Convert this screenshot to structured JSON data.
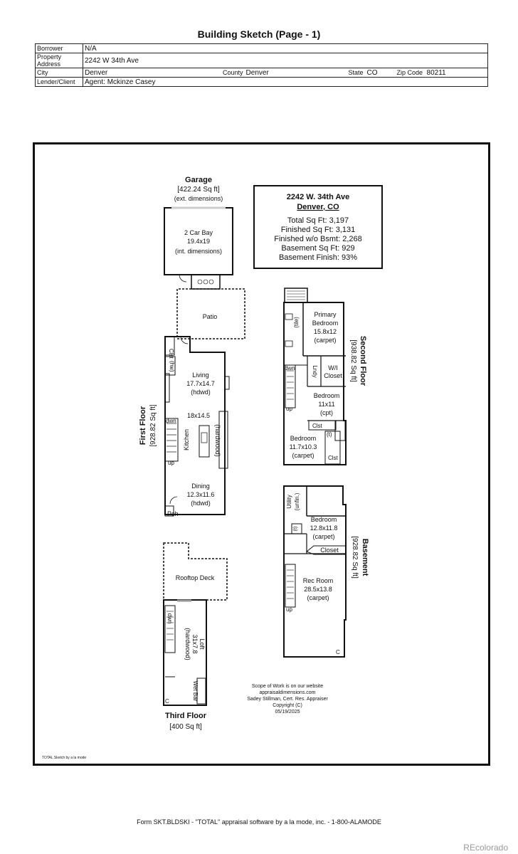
{
  "header": {
    "title": "Building Sketch (Page - 1)",
    "borrower_label": "Borrower",
    "borrower": "N/A",
    "address_label": "Property Address",
    "address": "2242 W 34th Ave",
    "city_label": "City",
    "city": "Denver",
    "county_label": "County",
    "county": "Denver",
    "state_label": "State",
    "state": "CO",
    "zip_label": "Zip Code",
    "zip": "80211",
    "lender_label": "Lender/Client",
    "lender": "Agent: Mckinze Casey"
  },
  "summary": {
    "address": "2242 W. 34th Ave",
    "city": "Denver, CO",
    "total": "Total Sq Ft: 3,197",
    "finished": "Finished Sq Ft: 3,131",
    "finished_wo_bsmt": "Finished w/o Bsmt: 2,268",
    "basement": "Basement Sq Ft: 929",
    "basement_finish": "Basement Finish: 93%"
  },
  "garage": {
    "name": "Garage",
    "area": "[422.24 Sq ft]",
    "ext": "(ext. dimensions)",
    "bay": "2 Car Bay",
    "dims": "19.4x19",
    "int": "(int. dimensions)"
  },
  "first_floor": {
    "name": "First Floor",
    "area": "[928.82 Sq ft]",
    "patio": "Patio",
    "clst": "Clst",
    "hw": "(hw)",
    "living": "Living",
    "living_dims": "17.7x14.7",
    "living_floor": "(hdwd)",
    "kitchen_dims": "18x14.5",
    "kitchen": "Kitchen",
    "kitchen_floor": "(hardwood)",
    "dwn": "dwn",
    "up": "up",
    "dining": "Dining",
    "dining_dims": "12.3x11.6",
    "dining_floor": "(hdwd)",
    "pch": "Pch"
  },
  "second_floor": {
    "name": "Second Floor",
    "area": "[938.82 Sq ft]",
    "primary": "Primary",
    "bedroom": "Bedroom",
    "primary_dims": "15.8x12",
    "carpet": "(carpet)",
    "tile": "(tile)",
    "lndy": "Lndy",
    "wi": "W/I",
    "closet": "Closet",
    "dwn": "dwn",
    "up": "up",
    "bed2_dims": "11x11",
    "cpt": "(cpt)",
    "clst": "Clst",
    "t": "(t)",
    "bed3_dims": "11.7x10.3"
  },
  "basement": {
    "name": "Basement",
    "area": "[928.82 Sq ft]",
    "utility": "Utility",
    "unfin": "(unfin.)",
    "bedroom": "Bedroom",
    "bed_dims": "12.8x11.8",
    "carpet": "(carpet)",
    "t": "(t)",
    "closet": "Closet",
    "rec": "Rec Room",
    "rec_dims": "28.5x13.8",
    "up": "up",
    "c": "C"
  },
  "third_floor": {
    "name": "Third Floor",
    "area": "[400 Sq ft]",
    "deck": "Rooftop Deck",
    "dwn": "dwn",
    "loft": "Loft",
    "loft_dims": "31x7.8",
    "loft_floor": "(hardwood)",
    "wetbar": "Wet Bar",
    "c": "C"
  },
  "notes": {
    "l1": "Scope of Work is on our website",
    "l2": "appraisaldimensions.com",
    "l3": "Sadey Stillman, Cert. Res. Appraiser",
    "l4": "Copyright (C)",
    "l5": "05/19/2025"
  },
  "corner_note": "TOTAL Sketch by a la mode",
  "footer": "Form SKT.BLDSKI - \"TOTAL\" appraisal software by a la mode, inc. - 1-800-ALAMODE",
  "brand": "REcolorado"
}
